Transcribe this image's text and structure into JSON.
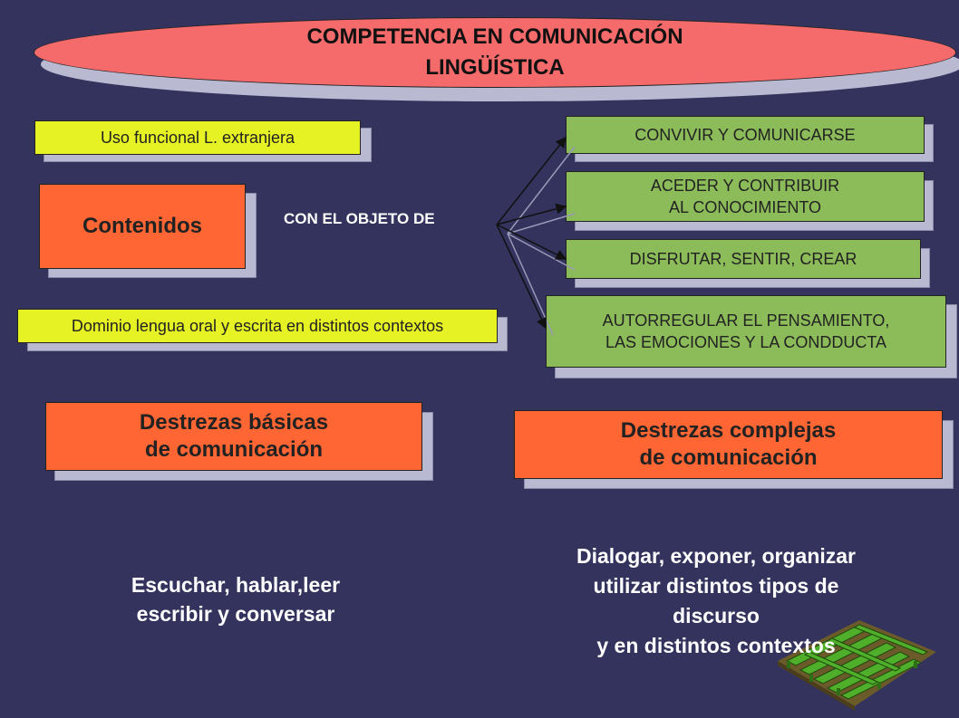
{
  "title": {
    "line1": "COMPETENCIA EN COMUNICACIÓN",
    "line2": "LINGÜÍSTICA"
  },
  "left": {
    "uso": "Uso funcional L. extranjera",
    "contenidos": "Contenidos",
    "dominio": "Dominio lengua oral y escrita en distintos contextos"
  },
  "center": {
    "con_objeto": "CON EL OBJETO DE"
  },
  "right": {
    "convivir": "CONVIVIR Y COMUNICARSE",
    "acceder1": "ACEDER Y CONTRIBUIR",
    "acceder2": "AL CONOCIMIENTO",
    "disfrutar": "DISFRUTAR, SENTIR, CREAR",
    "auto1": "AUTORREGULAR EL PENSAMIENTO,",
    "auto2": "LAS EMOCIONES Y LA CONDDUCTA"
  },
  "destrezas_basicas": {
    "line1": "Destrezas básicas",
    "line2": "de comunicación"
  },
  "destrezas_complejas": {
    "line1": "Destrezas complejas",
    "line2": "de comunicación"
  },
  "basicas_desc": {
    "line1": "Escuchar, hablar,leer",
    "line2": "escribir y conversar"
  },
  "complejas_desc": {
    "line1": "Dialogar, exponer, organizar",
    "line2": "utilizar distintos tipos de",
    "line3": "discurso",
    "line4": "y en distintos contextos"
  },
  "colors": {
    "background": "#33335e",
    "orange": "#ff6633",
    "green": "#8cbb59",
    "yellow": "#e6f224",
    "ellipse": "#f56a6a"
  },
  "icons": [
    "maze-icon"
  ]
}
